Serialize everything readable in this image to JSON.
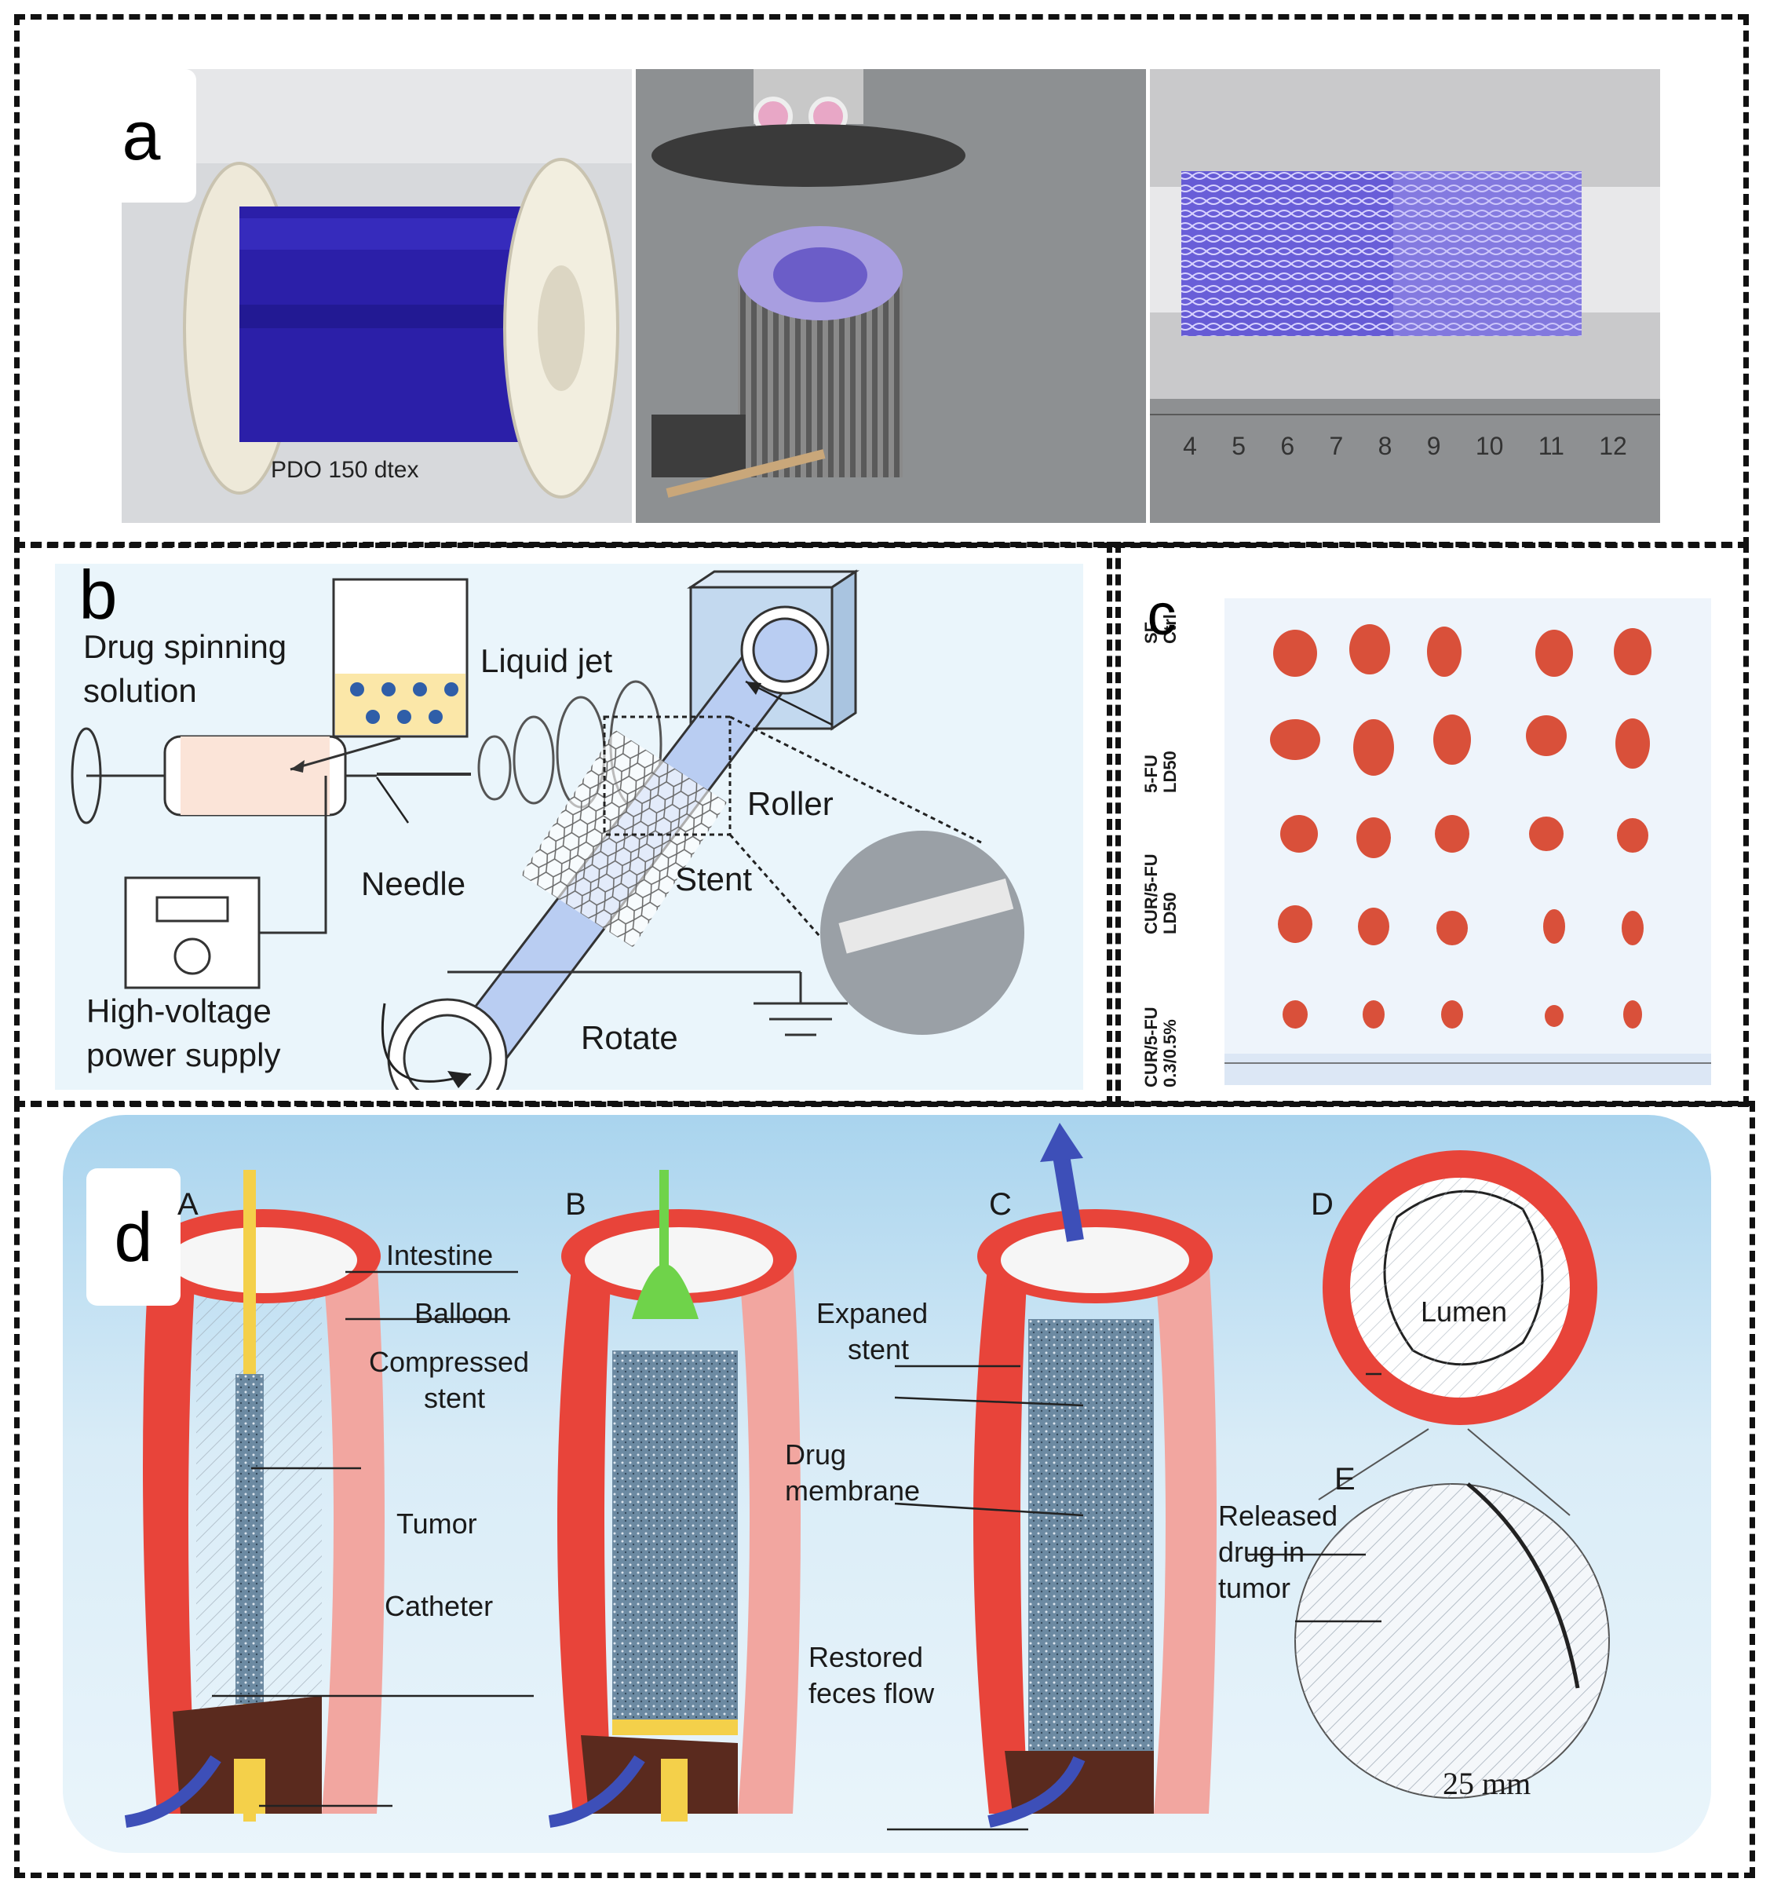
{
  "panels": {
    "a": {
      "letter": "a",
      "photo1_caption": "PDO 150 dtex",
      "ruler_ticks": [
        "4",
        "5",
        "6",
        "7",
        "8",
        "9",
        "10",
        "11",
        "12"
      ]
    },
    "b": {
      "letter": "b",
      "labels": {
        "drug_solution": [
          "Drug spinning",
          "solution"
        ],
        "liquid_jet": "Liquid jet",
        "roller": "Roller",
        "needle": "Needle",
        "stent": "Stent",
        "power_supply": [
          "High-voltage",
          "power supply"
        ],
        "rotate": "Rotate"
      }
    },
    "c": {
      "letter": "c",
      "rows": [
        {
          "label": [
            "SF",
            "Ctrl"
          ]
        },
        {
          "label": [
            "5-FU",
            "LD50"
          ]
        },
        {
          "label": [
            "CUR/5-FU",
            "LD50"
          ]
        },
        {
          "label": [
            "CUR/5-FU",
            "0.3/0.5%"
          ]
        }
      ]
    },
    "d": {
      "letter": "d",
      "sub_labels": [
        "A",
        "B",
        "C",
        "D",
        "E"
      ],
      "labels": {
        "intestine": "Intestine",
        "balloon": "Balloon",
        "compressed_stent": [
          "Compressed",
          "stent"
        ],
        "tumor": "Tumor",
        "catheter": "Catheter",
        "expanded_stent": [
          "Expaned",
          "stent"
        ],
        "drug_membrane": [
          "Drug",
          "membrane"
        ],
        "restored_flow": [
          "Restored",
          "feces flow"
        ],
        "lumen": "Lumen",
        "released_drug": [
          "Released",
          "drug in",
          "tumor"
        ],
        "scale": "25 mm"
      }
    }
  },
  "colors": {
    "dashed_border": "#111111",
    "stent_blue": "#2b1fa8",
    "intestine_red": "#e8443a",
    "intestine_pink": "#f2a6a0",
    "balloon_green": "#6fd34a",
    "catheter_yellow": "#f4d04a",
    "diagram_bg": "#bfe0f2",
    "tumor_red": "#d9503a"
  },
  "icons": [
    "spool-icon",
    "knitting-machine-icon",
    "knitted-stent-icon",
    "syringe-icon",
    "ground-icon",
    "flow-arrow-icon"
  ]
}
